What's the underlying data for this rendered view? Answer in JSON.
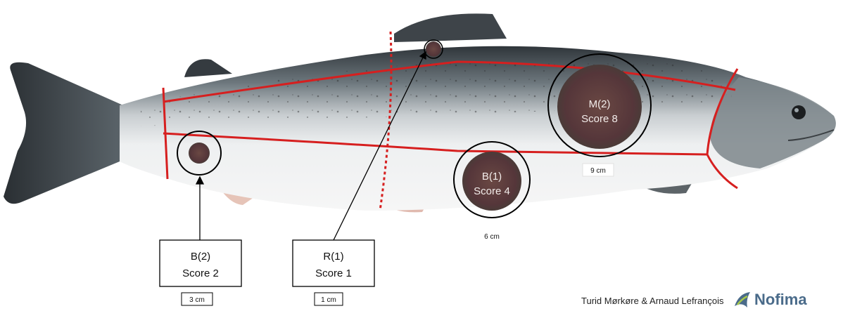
{
  "title": "",
  "spots": [
    {
      "id": "M2",
      "name": "M(2)",
      "score": "Score 8",
      "size": "9 cm",
      "color": "#5a3a36"
    },
    {
      "id": "B1",
      "name": "B(1)",
      "score": "Score 4",
      "size": "6 cm",
      "color": "#5a3a36"
    },
    {
      "id": "B2",
      "name": "B(2)",
      "score": "Score 2",
      "size": "3 cm",
      "color": "#5a3a36"
    },
    {
      "id": "R1",
      "name": "R(1)",
      "score": "Score 1",
      "size": "1 cm",
      "color": "#5a3a36"
    }
  ],
  "colors": {
    "region_lines": "#d61f1f",
    "callout": "#000000",
    "fish_back": "#3a4045",
    "fish_belly": "#eef0f1",
    "brand": "#4a6b8a"
  },
  "credit": "Turid Mørkøre & Arnaud Lefrançois",
  "logo": {
    "text": "Nofima",
    "icon": "fish-logo-icon"
  }
}
